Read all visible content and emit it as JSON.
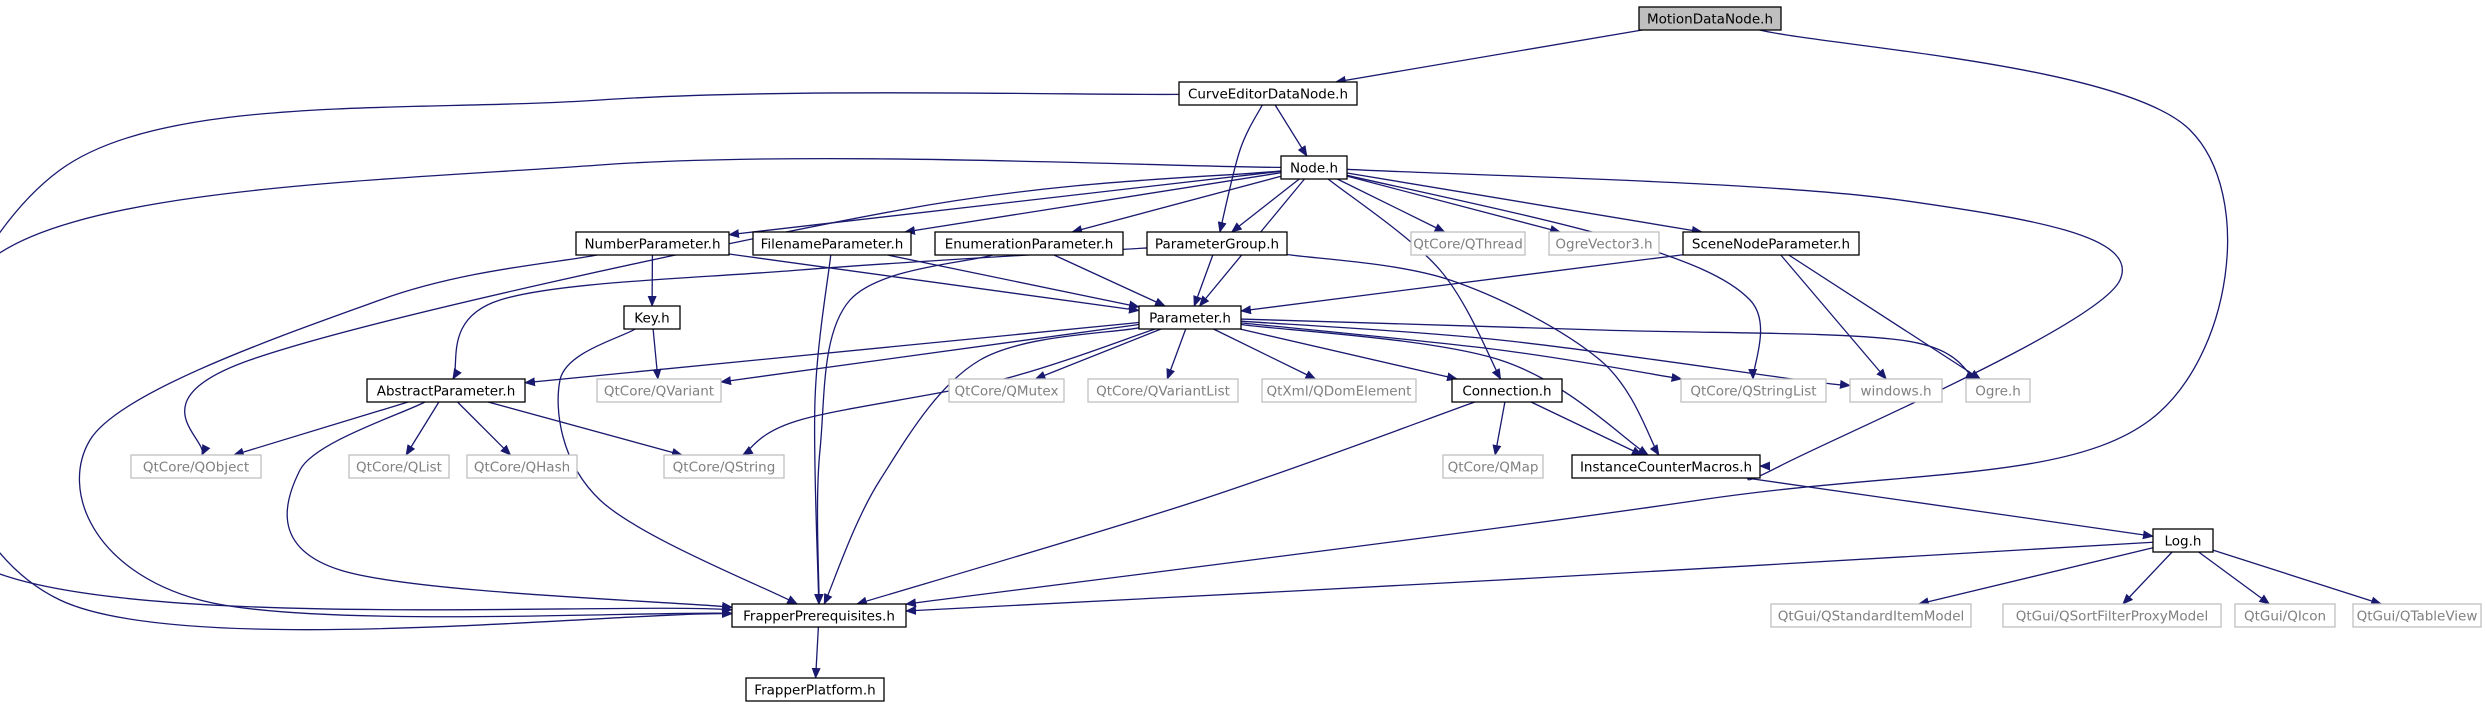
{
  "colors": {
    "edge": "#191970",
    "root_fill": "#bfbfbf",
    "node_border": "#000000",
    "external_border": "#bfbfbf",
    "node_text": "#000000",
    "external_text": "#808080"
  },
  "nodes": [
    {
      "id": "motiondatanode",
      "label": "MotionDataNode.h",
      "kind": "root"
    },
    {
      "id": "curveeditordatanode",
      "label": "CurveEditorDataNode.h",
      "kind": "header"
    },
    {
      "id": "node",
      "label": "Node.h",
      "kind": "header"
    },
    {
      "id": "numberparameter",
      "label": "NumberParameter.h",
      "kind": "header"
    },
    {
      "id": "filenameparameter",
      "label": "FilenameParameter.h",
      "kind": "header"
    },
    {
      "id": "enumerationparameter",
      "label": "EnumerationParameter.h",
      "kind": "header"
    },
    {
      "id": "parametergroup",
      "label": "ParameterGroup.h",
      "kind": "header"
    },
    {
      "id": "qthread",
      "label": "QtCore/QThread",
      "kind": "external"
    },
    {
      "id": "ogrevector3",
      "label": "OgreVector3.h",
      "kind": "external"
    },
    {
      "id": "scenenodeparameter",
      "label": "SceneNodeParameter.h",
      "kind": "header"
    },
    {
      "id": "key",
      "label": "Key.h",
      "kind": "header"
    },
    {
      "id": "parameter",
      "label": "Parameter.h",
      "kind": "header"
    },
    {
      "id": "abstractparameter",
      "label": "AbstractParameter.h",
      "kind": "header"
    },
    {
      "id": "qvariant",
      "label": "QtCore/QVariant",
      "kind": "external"
    },
    {
      "id": "qmutex",
      "label": "QtCore/QMutex",
      "kind": "external"
    },
    {
      "id": "qvariantlist",
      "label": "QtCore/QVariantList",
      "kind": "external"
    },
    {
      "id": "qdomelement",
      "label": "QtXml/QDomElement",
      "kind": "external"
    },
    {
      "id": "connection",
      "label": "Connection.h",
      "kind": "header"
    },
    {
      "id": "qstringlist",
      "label": "QtCore/QStringList",
      "kind": "external"
    },
    {
      "id": "windows",
      "label": "windows.h",
      "kind": "external"
    },
    {
      "id": "ogre",
      "label": "Ogre.h",
      "kind": "external"
    },
    {
      "id": "qobject",
      "label": "QtCore/QObject",
      "kind": "external"
    },
    {
      "id": "qlist",
      "label": "QtCore/QList",
      "kind": "external"
    },
    {
      "id": "qhash",
      "label": "QtCore/QHash",
      "kind": "external"
    },
    {
      "id": "qstring",
      "label": "QtCore/QString",
      "kind": "external"
    },
    {
      "id": "qmap",
      "label": "QtCore/QMap",
      "kind": "external"
    },
    {
      "id": "instancecountermacros",
      "label": "InstanceCounterMacros.h",
      "kind": "header"
    },
    {
      "id": "log",
      "label": "Log.h",
      "kind": "header"
    },
    {
      "id": "frapperprerequisites",
      "label": "FrapperPrerequisites.h",
      "kind": "header"
    },
    {
      "id": "qstandarditemmodel",
      "label": "QtGui/QStandardItemModel",
      "kind": "external"
    },
    {
      "id": "qsortfilterproxymodel",
      "label": "QtGui/QSortFilterProxyModel",
      "kind": "external"
    },
    {
      "id": "qicon",
      "label": "QtGui/QIcon",
      "kind": "external"
    },
    {
      "id": "qtableview",
      "label": "QtGui/QTableView",
      "kind": "external"
    },
    {
      "id": "frapperplatform",
      "label": "FrapperPlatform.h",
      "kind": "header"
    }
  ],
  "edges": [
    {
      "from": "motiondatanode",
      "to": "curveeditordatanode"
    },
    {
      "from": "motiondatanode",
      "to": "frapperprerequisites"
    },
    {
      "from": "curveeditordatanode",
      "to": "node"
    },
    {
      "from": "curveeditordatanode",
      "to": "parametergroup"
    },
    {
      "from": "curveeditordatanode",
      "to": "frapperprerequisites"
    },
    {
      "from": "node",
      "to": "numberparameter"
    },
    {
      "from": "node",
      "to": "filenameparameter"
    },
    {
      "from": "node",
      "to": "enumerationparameter"
    },
    {
      "from": "node",
      "to": "parametergroup"
    },
    {
      "from": "node",
      "to": "qthread"
    },
    {
      "from": "node",
      "to": "ogrevector3"
    },
    {
      "from": "node",
      "to": "scenenodeparameter"
    },
    {
      "from": "node",
      "to": "parameter"
    },
    {
      "from": "node",
      "to": "connection"
    },
    {
      "from": "node",
      "to": "qstringlist"
    },
    {
      "from": "node",
      "to": "instancecountermacros"
    },
    {
      "from": "node",
      "to": "qobject"
    },
    {
      "from": "node",
      "to": "frapperprerequisites"
    },
    {
      "from": "numberparameter",
      "to": "key"
    },
    {
      "from": "numberparameter",
      "to": "parameter"
    },
    {
      "from": "numberparameter",
      "to": "frapperprerequisites"
    },
    {
      "from": "filenameparameter",
      "to": "parameter"
    },
    {
      "from": "filenameparameter",
      "to": "frapperprerequisites"
    },
    {
      "from": "enumerationparameter",
      "to": "parameter"
    },
    {
      "from": "enumerationparameter",
      "to": "frapperprerequisites"
    },
    {
      "from": "parametergroup",
      "to": "parameter"
    },
    {
      "from": "parametergroup",
      "to": "abstractparameter"
    },
    {
      "from": "parametergroup",
      "to": "instancecountermacros"
    },
    {
      "from": "scenenodeparameter",
      "to": "parameter"
    },
    {
      "from": "scenenodeparameter",
      "to": "windows"
    },
    {
      "from": "scenenodeparameter",
      "to": "ogre"
    },
    {
      "from": "key",
      "to": "qvariant"
    },
    {
      "from": "key",
      "to": "frapperprerequisites"
    },
    {
      "from": "parameter",
      "to": "abstractparameter"
    },
    {
      "from": "parameter",
      "to": "qvariant"
    },
    {
      "from": "parameter",
      "to": "qmutex"
    },
    {
      "from": "parameter",
      "to": "qvariantlist"
    },
    {
      "from": "parameter",
      "to": "qdomelement"
    },
    {
      "from": "parameter",
      "to": "connection"
    },
    {
      "from": "parameter",
      "to": "qstringlist"
    },
    {
      "from": "parameter",
      "to": "windows"
    },
    {
      "from": "parameter",
      "to": "ogre"
    },
    {
      "from": "parameter",
      "to": "instancecountermacros"
    },
    {
      "from": "parameter",
      "to": "qstring"
    },
    {
      "from": "parameter",
      "to": "frapperprerequisites"
    },
    {
      "from": "abstractparameter",
      "to": "qobject"
    },
    {
      "from": "abstractparameter",
      "to": "qlist"
    },
    {
      "from": "abstractparameter",
      "to": "qhash"
    },
    {
      "from": "abstractparameter",
      "to": "qstring"
    },
    {
      "from": "abstractparameter",
      "to": "frapperprerequisites"
    },
    {
      "from": "connection",
      "to": "qmap"
    },
    {
      "from": "connection",
      "to": "instancecountermacros"
    },
    {
      "from": "connection",
      "to": "frapperprerequisites"
    },
    {
      "from": "instancecountermacros",
      "to": "log"
    },
    {
      "from": "log",
      "to": "frapperprerequisites"
    },
    {
      "from": "log",
      "to": "qstandarditemmodel"
    },
    {
      "from": "log",
      "to": "qsortfilterproxymodel"
    },
    {
      "from": "log",
      "to": "qicon"
    },
    {
      "from": "log",
      "to": "qtableview"
    },
    {
      "from": "frapperprerequisites",
      "to": "frapperplatform"
    }
  ]
}
